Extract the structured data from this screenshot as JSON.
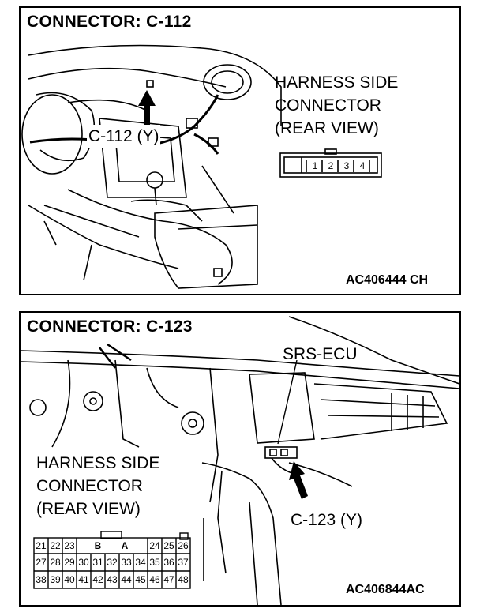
{
  "panels": [
    {
      "title": "CONNECTOR: C-112",
      "harness_label": [
        "HARNESS SIDE",
        "CONNECTOR",
        "(REAR VIEW)"
      ],
      "connector_callout": "C-112 (Y)",
      "figure_code": "AC406444 CH",
      "pins": [
        "1",
        "2",
        "3",
        "4"
      ]
    },
    {
      "title": "CONNECTOR: C-123",
      "component_label": "SRS-ECU",
      "harness_label": [
        "HARNESS SIDE",
        "CONNECTOR",
        "(REAR VIEW)"
      ],
      "connector_callout": "C-123 (Y)",
      "figure_code": "AC406844AC",
      "pin_rows": [
        [
          "21",
          "22",
          "23",
          "B",
          "A",
          "24",
          "25",
          "26"
        ],
        [
          "27",
          "28",
          "29",
          "30",
          "31",
          "32",
          "33",
          "34",
          "35",
          "36",
          "37"
        ],
        [
          "38",
          "39",
          "40",
          "41",
          "42",
          "43",
          "44",
          "45",
          "46",
          "47",
          "48"
        ]
      ]
    }
  ]
}
